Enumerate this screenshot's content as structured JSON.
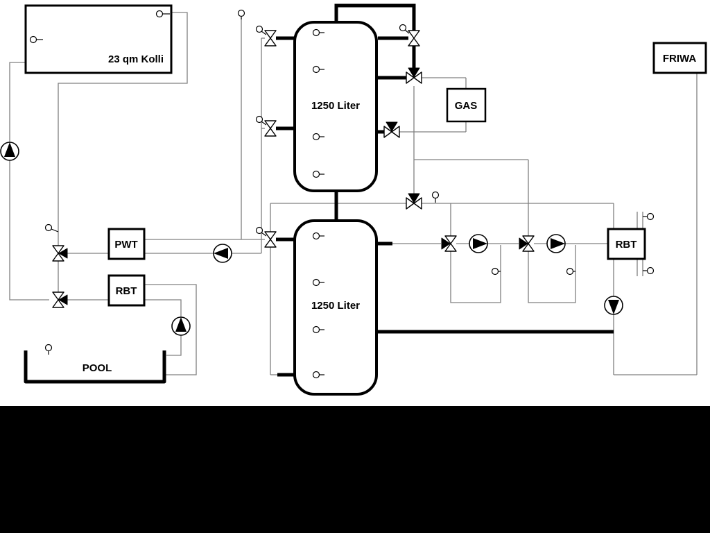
{
  "diagram": {
    "collector": {
      "label": "23 qm Kolli"
    },
    "buffer_tank_top": {
      "label": "1250 Liter"
    },
    "buffer_tank_bottom": {
      "label": "1250 Liter"
    },
    "gas_boiler": {
      "label": "GAS"
    },
    "friwa_module": {
      "label": "FRIWA"
    },
    "pwt_heat_exchanger": {
      "label": "PWT"
    },
    "rbt_pool_heat_exchanger": {
      "label": "RBT"
    },
    "rbt_friwa_heat_exchanger": {
      "label": "RBT"
    },
    "pool": {
      "label": "POOL"
    }
  },
  "icons": {
    "pump-icon": "circle with solid black triangle showing flow direction",
    "valve-icon": "hourglass of two open triangles",
    "three-way-valve-icon": "hourglass with one solid black branch triangle",
    "sensor-icon": "small open circle with short stem"
  },
  "colors": {
    "background": "#ffffff",
    "pipe_thick": "#000000",
    "pipe_thin": "#808080",
    "letterbox": "#000000"
  }
}
